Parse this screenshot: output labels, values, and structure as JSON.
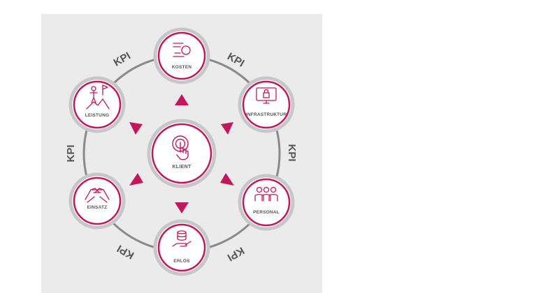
{
  "center": {
    "label": "KLIENT",
    "icon": "hand-pointer-icon"
  },
  "nodes": [
    {
      "label": "KOSTEN",
      "icon": "coin-flow-icon"
    },
    {
      "label": "INFRASTRUKTUR",
      "icon": "monitor-lock-icon"
    },
    {
      "label": "PERSONAL",
      "icon": "people-group-icon"
    },
    {
      "label": "ERLÖS",
      "icon": "hand-coins-icon"
    },
    {
      "label": "EINSATZ",
      "icon": "handshake-icon"
    },
    {
      "label": "LEISTUNG",
      "icon": "person-flag-mountain-icon"
    }
  ],
  "kpis": [
    "KPI",
    "KPI",
    "KPI",
    "KPI",
    "KPI",
    "KPI"
  ],
  "colors": {
    "accent": "#c2185b",
    "ring": "#8a8a8a",
    "text": "#555555",
    "panel": "#ebebeb"
  }
}
